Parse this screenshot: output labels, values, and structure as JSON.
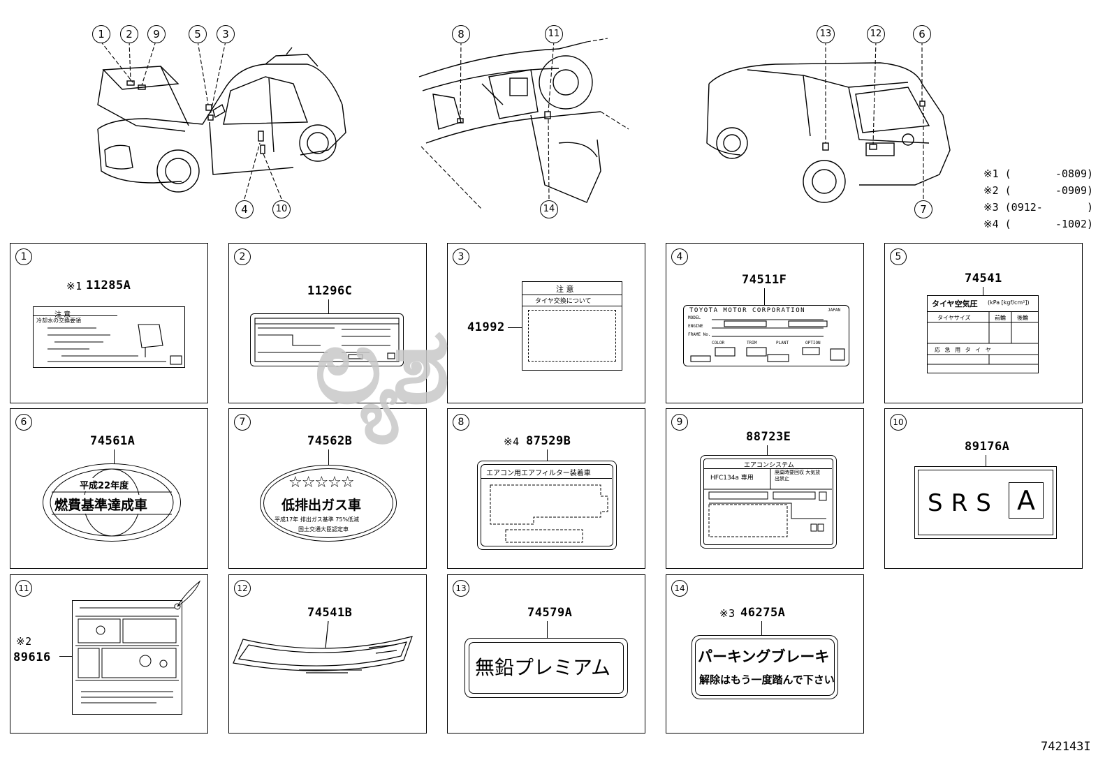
{
  "callouts_top": [
    "1",
    "2",
    "9",
    "5",
    "3",
    "8",
    "11",
    "13",
    "12",
    "6"
  ],
  "callouts_bottom": [
    "4",
    "10",
    "14",
    "7"
  ],
  "notes": [
    "※1 (       -0809)",
    "※2 (       -0909)",
    "※3 (0912-       )",
    "※4 (       -1002)"
  ],
  "panels": [
    {
      "num": "1",
      "note": "※1",
      "code": "11285A",
      "text1": "注    意",
      "text2": "冷却水の交換要領"
    },
    {
      "num": "2",
      "code": "11296C"
    },
    {
      "num": "3",
      "code": "41992",
      "text1": "注  意",
      "text2": "タイヤ交換について"
    },
    {
      "num": "4",
      "code": "74511F",
      "text1": "TOYOTA MOTOR CORPORATION",
      "text2": "JAPAN",
      "f1": "MODEL",
      "f2": "ENGINE",
      "f3": "FRAME No.",
      "f4": "COLOR",
      "f5": "TRIM",
      "f6": "PLANT",
      "f7": "OPTION"
    },
    {
      "num": "5",
      "code": "74541",
      "text1": "タイヤ空気圧",
      "text2": "(kPa [kgf/cm²])",
      "c1": "タイヤサイズ",
      "c2": "前輪",
      "c3": "後輪",
      "c4": "応 急 用 タ イ ヤ"
    },
    {
      "num": "6",
      "code": "74561A",
      "text1": "平成22年度",
      "text2": "燃費基準達成車"
    },
    {
      "num": "7",
      "code": "74562B",
      "text1": "☆☆☆☆☆",
      "text2": "低排出ガス車",
      "text3": "平成17年 排出ガス基準 75%低減",
      "text4": "国土交通大臣認定車"
    },
    {
      "num": "8",
      "note": "※4",
      "code": "87529B",
      "text1": "エアコン用エアフィルター装着車"
    },
    {
      "num": "9",
      "code": "88723E",
      "text1": "エアコンシステム",
      "text2": "HFC134a 専用",
      "text3": "廃棄時要回収 大気放出禁止"
    },
    {
      "num": "10",
      "code": "89176A",
      "text1": "SRS",
      "text2": "A"
    },
    {
      "num": "11",
      "note": "※2",
      "code": "89616"
    },
    {
      "num": "12",
      "code": "74541B"
    },
    {
      "num": "13",
      "code": "74579A",
      "text1": "無鉛プレミアム"
    },
    {
      "num": "14",
      "note": "※3",
      "code": "46275A",
      "text1": "パーキングブレーキ",
      "text2": "解除はもう一度踏んで下さい"
    }
  ],
  "watermark": "ಲ್ಯಶ",
  "drawing_id": "742143I",
  "colors": {
    "line": "#000000",
    "watermark": "#c8c8c8"
  }
}
